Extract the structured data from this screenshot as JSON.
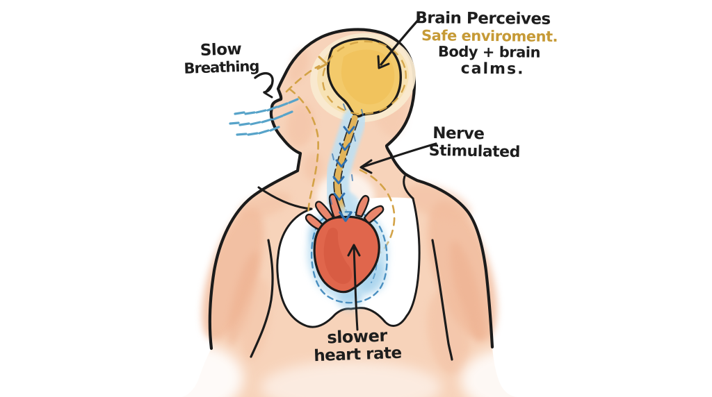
{
  "annotations": {
    "breathing": {
      "line1": "Slow",
      "line2": "Breathing"
    },
    "brain_note": {
      "line1": "Brain Perceives",
      "line2": "Safe enviroment.",
      "line3": "Body + brain",
      "line4": "calms."
    },
    "nerve_note": {
      "line1": "Nerve",
      "line2": "Stimulated"
    },
    "heart_note": {
      "line1": "slower",
      "line2": "heart rate"
    }
  },
  "colors": {
    "outline": "#1b1b1b",
    "skin": "#f7d3ba",
    "skin-mid": "#f2bd9f",
    "skin-deep": "#ecab89",
    "brain-gold": "#f3ca6b",
    "brain-gold-deep": "#eebd52",
    "halo": "#f9ead0",
    "halo-mid": "#f6dfab",
    "gold-dash": "#d3a246",
    "nerve-gold": "#e2b45a",
    "blue-wash": "#bfe0f2",
    "blue-deep": "#8fc6e8",
    "blue-arrow": "#2f6fae",
    "breath": "#57a3c9",
    "blue-dash-ring": "#4a8fc0",
    "heart-red": "#e0664c",
    "heart-deep": "#ce4f39",
    "heart-stub": "#e9866c",
    "text-dark": "#1d1d1d",
    "text-gold": "#c69a36",
    "white": "#ffffff"
  }
}
